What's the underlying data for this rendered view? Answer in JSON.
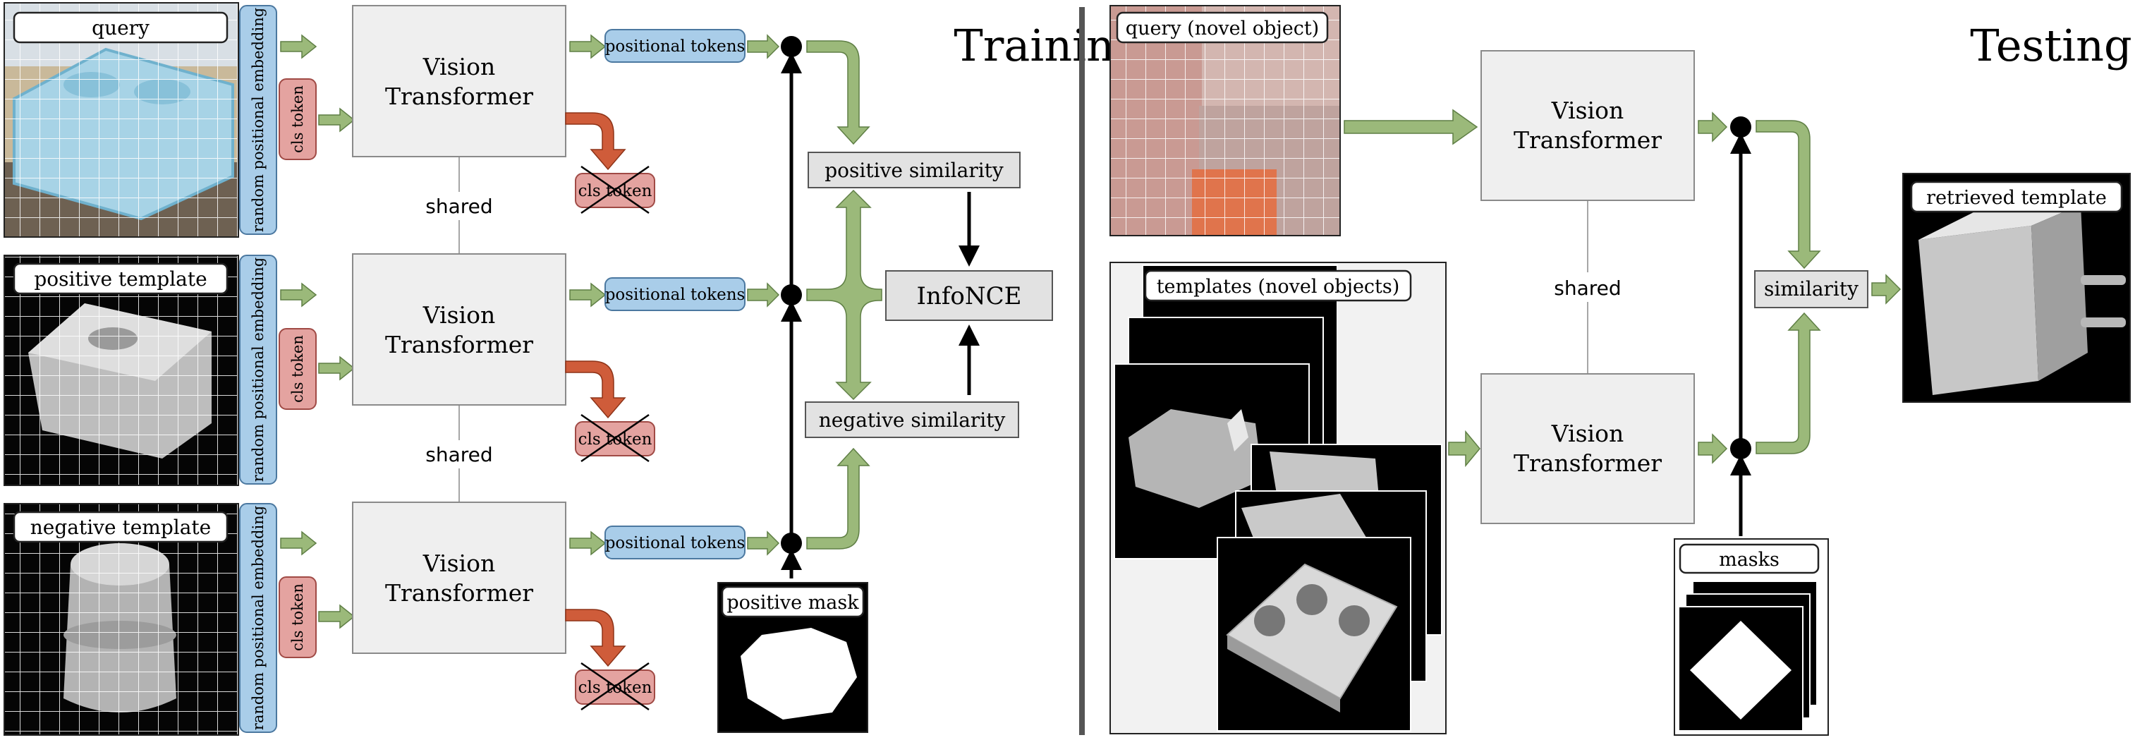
{
  "training": {
    "title": "Training",
    "query_label": "query",
    "positive_template_label": "positive template",
    "negative_template_label": "negative template",
    "embedding_label": "random positional embedding",
    "cls_label": "cls token",
    "vit_line1": "Vision",
    "vit_line2": "Transformer",
    "tokens_label": "positional tokens",
    "shared_label": "shared",
    "pos_sim_label": "positive similarity",
    "neg_sim_label": "negative similarity",
    "loss_label": "InfoNCE",
    "mask_label": "positive mask"
  },
  "testing": {
    "title": "Testing",
    "query_label": "query (novel object)",
    "templates_label": "templates (novel objects)",
    "masks_label": "masks",
    "vit_line1": "Vision",
    "vit_line2": "Transformer",
    "shared_label": "shared",
    "similarity_label": "similarity",
    "retrieved_label": "retrieved template"
  },
  "colors": {
    "arrow_green": "#9bb97a",
    "cls_red": "#e4a3a0",
    "cross_arrow": "#cf5c3a",
    "token_blue": "#a9cde9",
    "box_gray": "#efefef",
    "divider": "#555555"
  }
}
